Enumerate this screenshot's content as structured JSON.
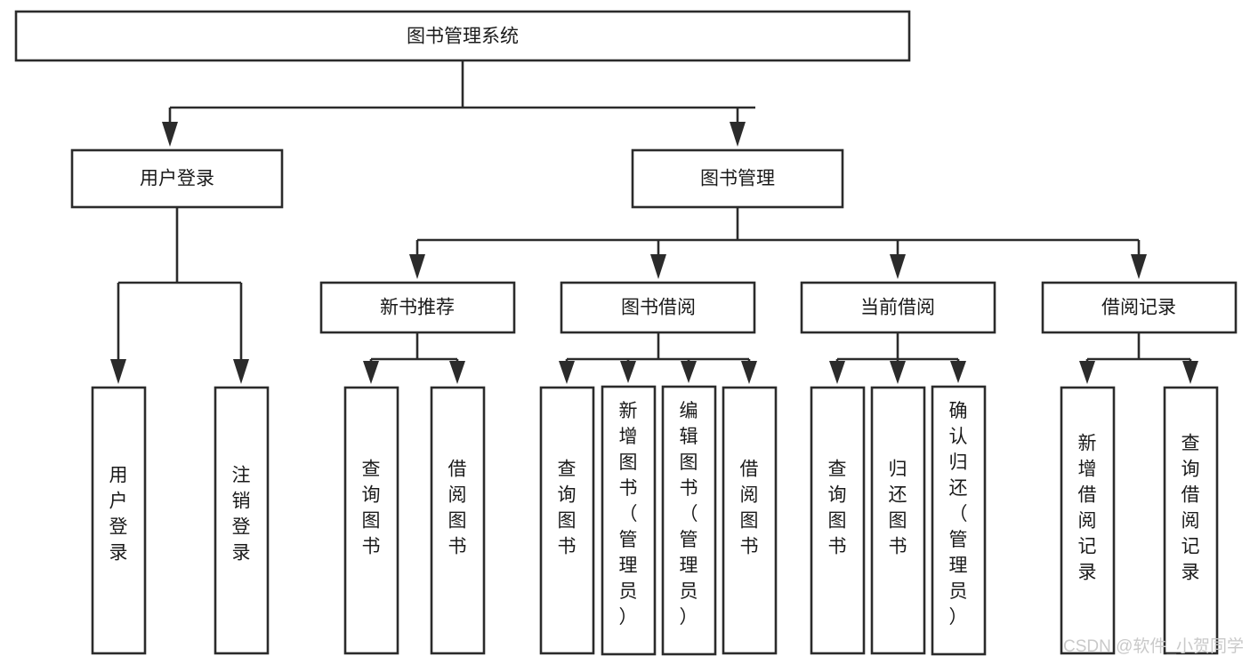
{
  "diagram": {
    "type": "hierarchy-tree",
    "title": "图书管理系统",
    "watermark": "CSDN @软件_小贺同学",
    "colors": {
      "box_stroke": "#2b2b2b",
      "box_fill": "#ffffff",
      "text": "#1a1a1a",
      "watermark": "#c9c9c9",
      "background": "#ffffff"
    },
    "nodes": {
      "root": {
        "label": "图书管理系统",
        "orientation": "horizontal",
        "level": 0
      },
      "l1": [
        {
          "id": "user-login",
          "label": "用户登录",
          "orientation": "horizontal",
          "level": 1
        },
        {
          "id": "book-manage",
          "label": "图书管理",
          "orientation": "horizontal",
          "level": 1
        }
      ],
      "l2": [
        {
          "id": "new-book-recommend",
          "label": "新书推荐",
          "orientation": "horizontal",
          "level": 2
        },
        {
          "id": "book-borrow",
          "label": "图书借阅",
          "orientation": "horizontal",
          "level": 2
        },
        {
          "id": "current-borrow",
          "label": "当前借阅",
          "orientation": "horizontal",
          "level": 2
        },
        {
          "id": "borrow-record",
          "label": "借阅记录",
          "orientation": "horizontal",
          "level": 2
        }
      ],
      "leaves": {
        "user-login": [
          {
            "id": "leaf-user-login",
            "label": "用户登录",
            "orientation": "vertical"
          },
          {
            "id": "leaf-logout-login",
            "label": "注销登录",
            "orientation": "vertical"
          }
        ],
        "new-book-recommend": [
          {
            "id": "leaf-query-book-1",
            "label": "查询图书",
            "orientation": "vertical"
          },
          {
            "id": "leaf-borrow-book-1",
            "label": "借阅图书",
            "orientation": "vertical"
          }
        ],
        "book-borrow": [
          {
            "id": "leaf-query-book-2",
            "label": "查询图书",
            "orientation": "vertical"
          },
          {
            "id": "leaf-add-book-admin",
            "label": "新增图书（管理员）",
            "orientation": "vertical"
          },
          {
            "id": "leaf-edit-book-admin",
            "label": "编辑图书（管理员）",
            "orientation": "vertical"
          },
          {
            "id": "leaf-borrow-book-2",
            "label": "借阅图书",
            "orientation": "vertical"
          }
        ],
        "current-borrow": [
          {
            "id": "leaf-query-book-3",
            "label": "查询图书",
            "orientation": "vertical"
          },
          {
            "id": "leaf-return-book",
            "label": "归还图书",
            "orientation": "vertical"
          },
          {
            "id": "leaf-confirm-return-admin",
            "label": "确认归还（管理员）",
            "orientation": "vertical"
          }
        ],
        "borrow-record": [
          {
            "id": "leaf-add-borrow-record",
            "label": "新增借阅记录",
            "orientation": "vertical"
          },
          {
            "id": "leaf-query-borrow-record",
            "label": "查询借阅记录",
            "orientation": "vertical"
          }
        ]
      }
    }
  }
}
